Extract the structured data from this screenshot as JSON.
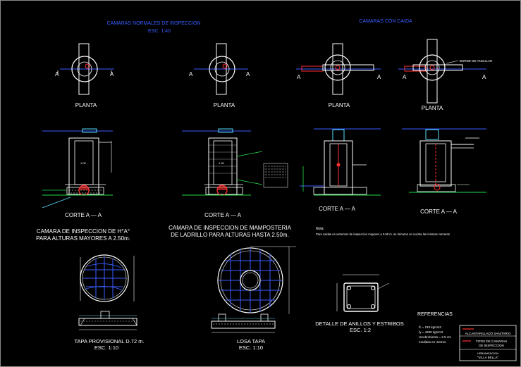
{
  "colors": {
    "background": "#000000",
    "line_white": "#ffffff",
    "line_blue": "#3a5cff",
    "line_cyan": "#55e0ff",
    "line_yellow": "#ffff66",
    "line_red": "#ff3030",
    "line_green": "#22dd44"
  },
  "headers": {
    "normal_title": "CAMARAS NORMALES DE INSPECCION",
    "normal_scale": "ESC. 1:40",
    "drop_title": "CAMARAS CON CAIDA"
  },
  "plan_views": {
    "section_marker": "A",
    "plan_label": "PLANTA",
    "angle_note": "BORDE DE ANGULAR"
  },
  "sections": {
    "corte_label": "CORTE A — A",
    "caption_1_line1": "CAMARA DE INSPECCION DE H°A°",
    "caption_1_line2": "PARA ALTURAS MAYORES A 2.50m.",
    "caption_2_line1": "CAMARA DE INSPECCION DE MAMPOSTERIA",
    "caption_2_line2": "DE LADRILLO PARA ALTURAS HASTA 2.50m.",
    "dim_value": "1.00"
  },
  "notes": {
    "title": "Nota:",
    "text": "Para caidas en extremos de inspeccion mayores a 0.50 m. se tomaran en cuenta las mismas camaras"
  },
  "details": {
    "tapa_title": "TAPA PROVISIONAL D.72 m.",
    "tapa_scale": "ESC. 1:10",
    "losa_title": "LOSA TAPA",
    "losa_scale": "ESC. 1:10",
    "anillos_title": "DETALLE DE ANILLOS Y ESTRIBOS",
    "anillos_scale": "ESC. 1:2"
  },
  "references": {
    "title": "REFERENCIAS",
    "line1": "fc = 210 kg/cm2",
    "line2": "fy = 4200 kg/cm2",
    "line3": "recubrimiento = 2.5 cm",
    "line4": "medidas en metros"
  },
  "title_block": {
    "row1": "ALCANTARILLADO SANITARIO",
    "row2_line1": "TIPOS DE CAMARAS",
    "row2_line2": "DE INSPECCION",
    "row3_line1": "URBANIZACION",
    "row3_line2": "\"VILLA BELLA\""
  }
}
